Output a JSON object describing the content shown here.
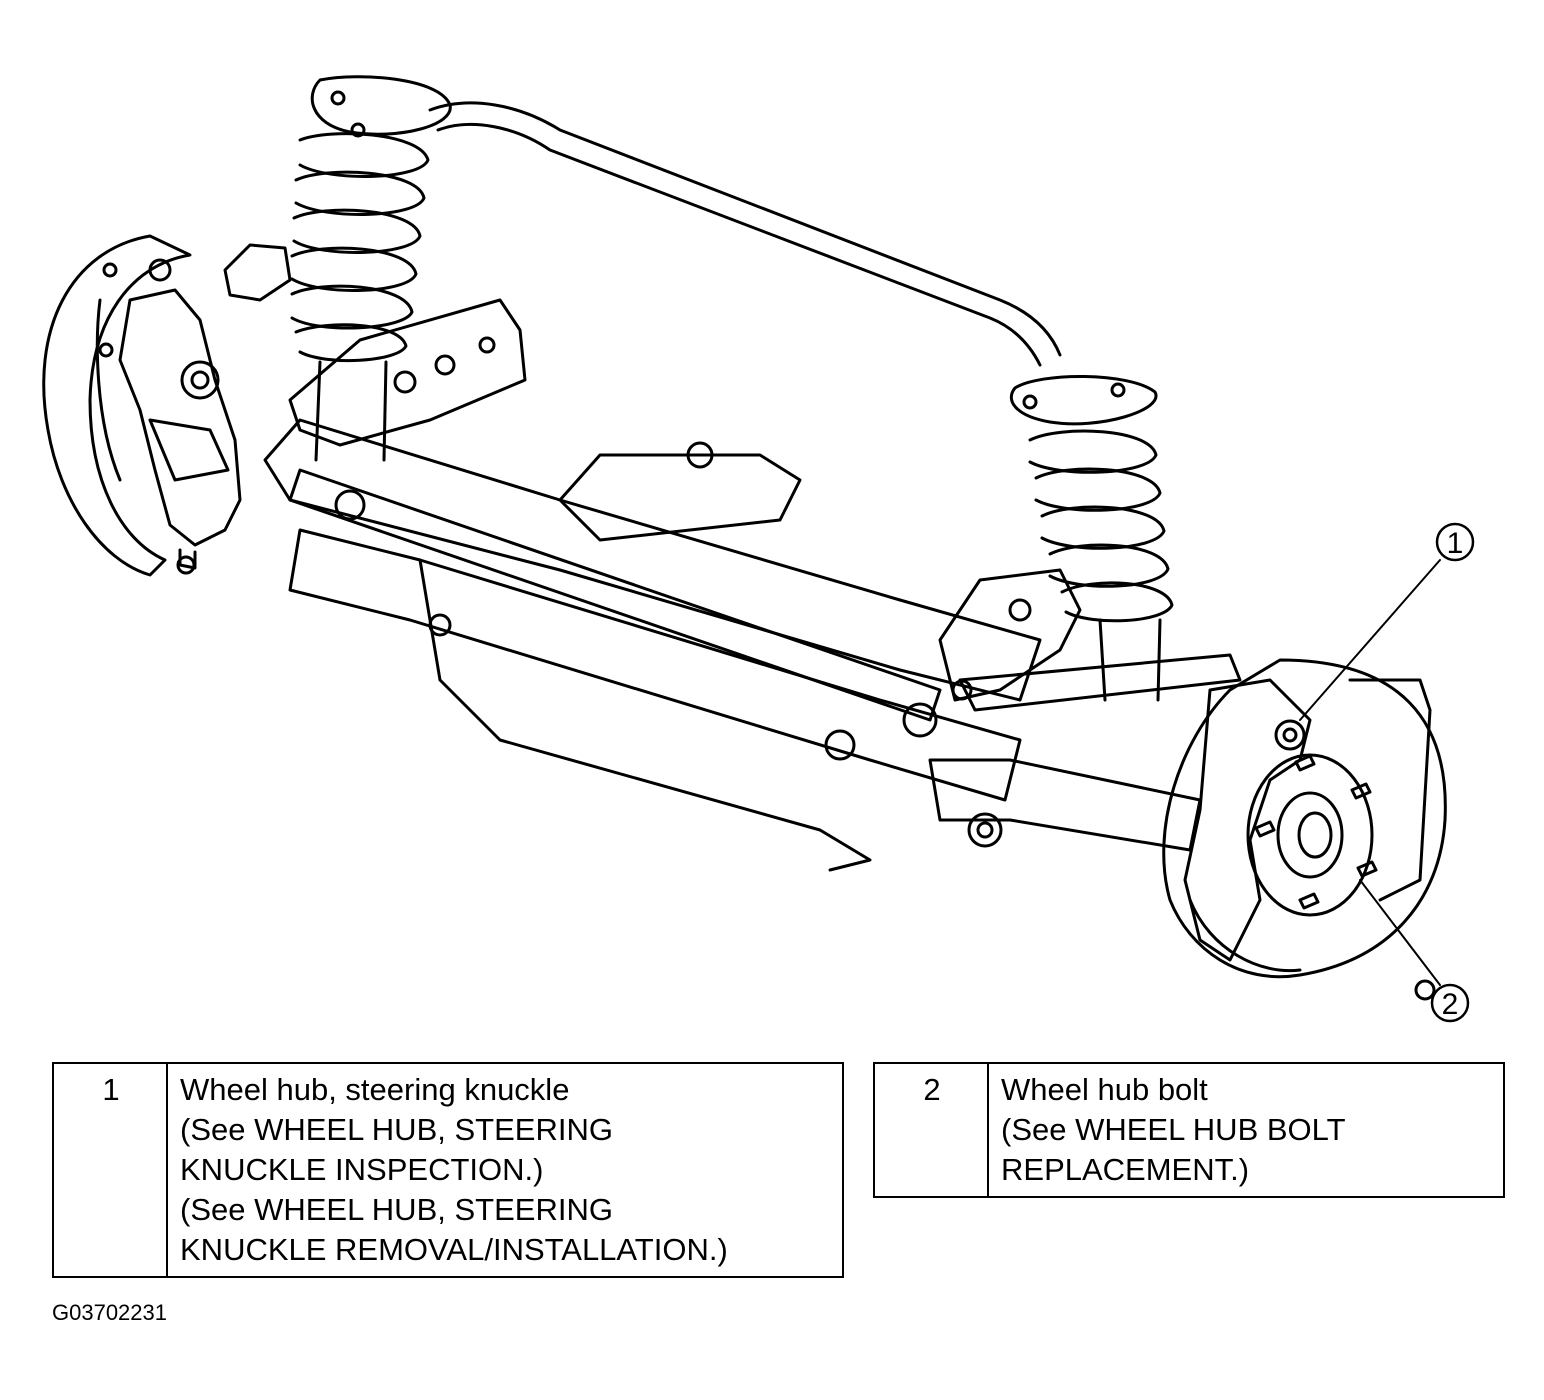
{
  "callouts": [
    {
      "number": "1",
      "target": "wheel-hub-steering-knuckle"
    },
    {
      "number": "2",
      "target": "wheel-hub-bolt"
    }
  ],
  "legend": [
    {
      "number": "1",
      "lines": [
        "Wheel hub, steering knuckle",
        "(See  WHEEL HUB, STEERING",
        "KNUCKLE INSPECTION.)",
        "(See  WHEEL HUB, STEERING",
        "KNUCKLE REMOVAL/INSTALLATION.)"
      ]
    },
    {
      "number": "2",
      "lines": [
        "Wheel hub bolt",
        "(See WHEEL HUB BOLT",
        "REPLACEMENT.)"
      ]
    }
  ],
  "figure_id": "G03702231",
  "colors": {
    "line": "#000000",
    "background": "#ffffff"
  }
}
